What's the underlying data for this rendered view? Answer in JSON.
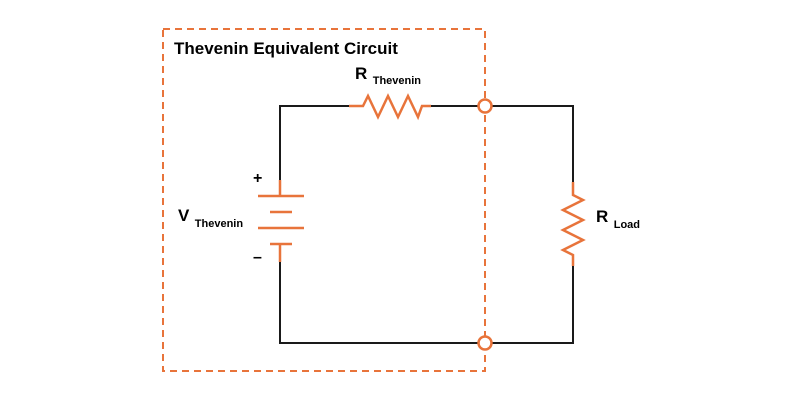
{
  "diagram": {
    "title": "Thevenin Equivalent Circuit",
    "source": {
      "main": "V",
      "sub": "Thevenin",
      "plus": "+",
      "minus": "–"
    },
    "series_resistor": {
      "main": "R",
      "sub": "Thevenin"
    },
    "load_resistor": {
      "main": "R",
      "sub": "Load"
    }
  },
  "colors": {
    "accent": "#e8743b",
    "wire": "#1a1a1a",
    "text": "#000000",
    "background": "#ffffff"
  }
}
